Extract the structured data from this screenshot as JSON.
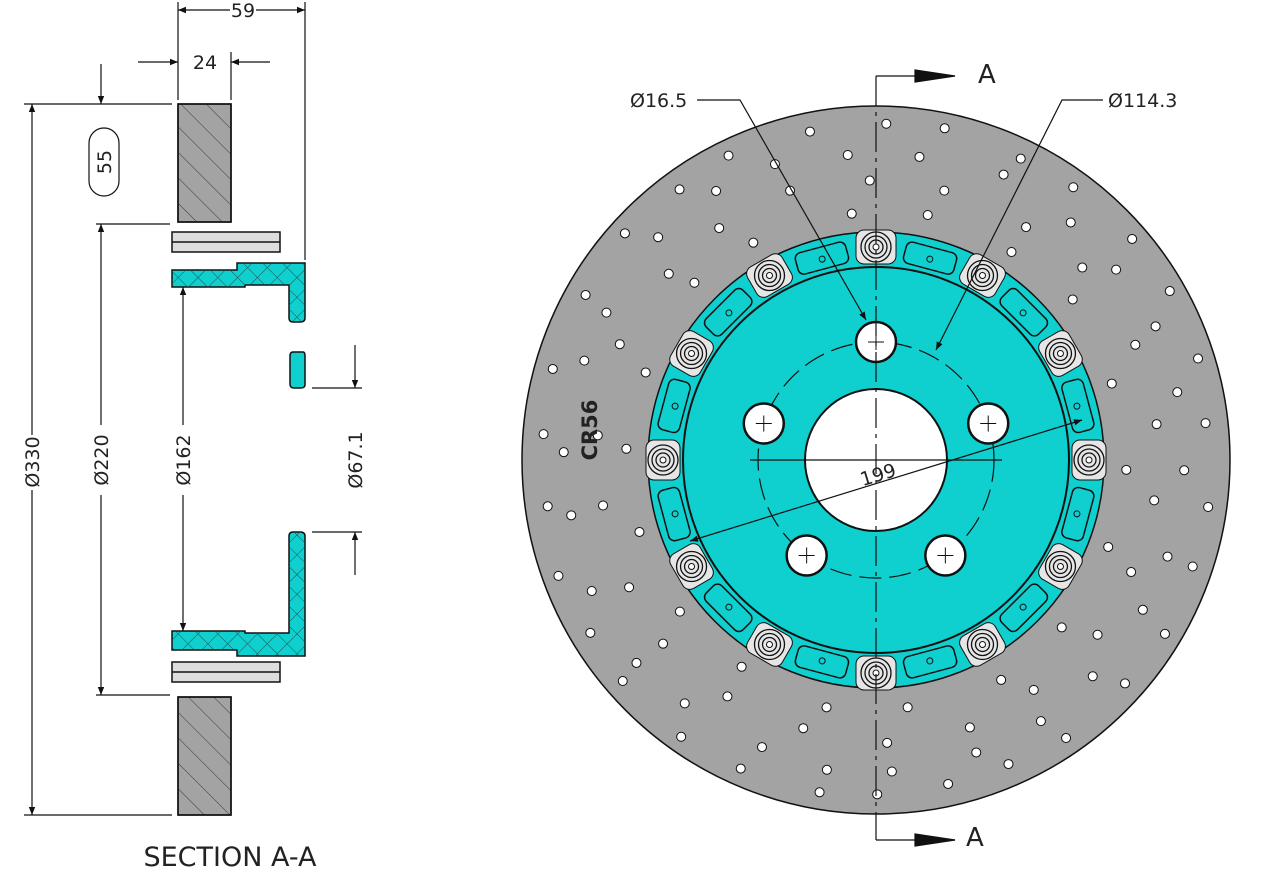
{
  "section_view": {
    "title": "SECTION A-A",
    "dims": {
      "overall_width": "59",
      "disc_thickness": "24",
      "pad_height": "55",
      "outer_diameter": "Ø330",
      "bell_mount_diameter": "Ø220",
      "bell_inner_diameter": "Ø162",
      "bore_diameter": "Ø67.1"
    }
  },
  "front_view": {
    "section_marks": [
      "A",
      "A"
    ],
    "part_code": "CR56",
    "dims": {
      "stud_hole": "Ø16.5",
      "pcd": "Ø114.3",
      "bolt_circle": "199"
    }
  },
  "colors": {
    "disc": "#a3a3a3",
    "bell": "#10cfcf",
    "line": "#111111"
  }
}
